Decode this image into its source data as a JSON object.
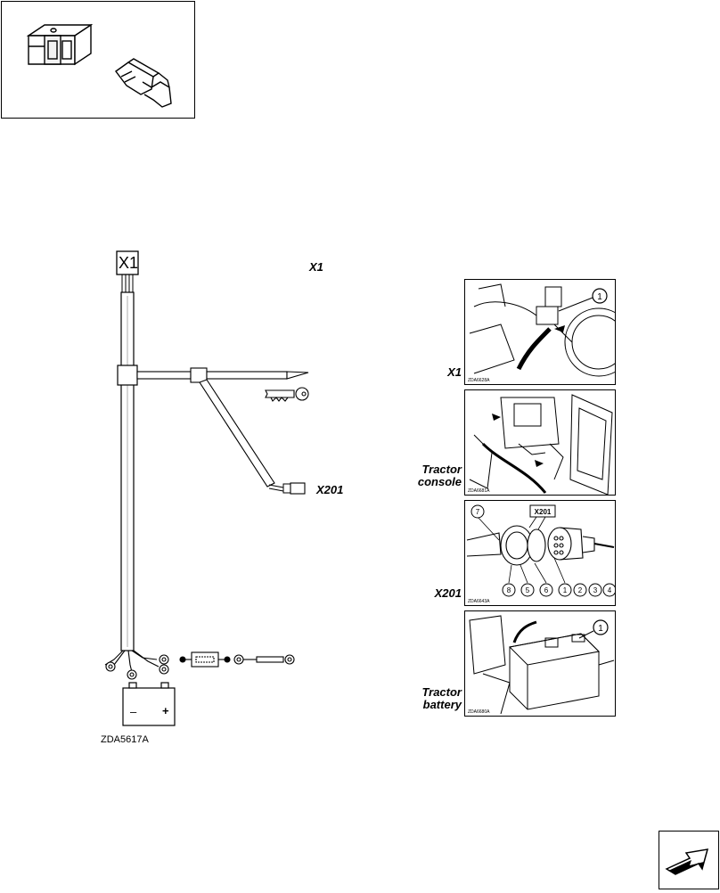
{
  "parts_box": {
    "icons": [
      "connector-housing-icon",
      "terminal-pin-icon"
    ]
  },
  "wiring": {
    "connector_top": "X1",
    "connector_top_header": "X1",
    "connector_x201": "X201",
    "battery_minus": "–",
    "battery_plus": "+",
    "drawing_id": "ZDA5617A",
    "icons": [
      "ignition-key-icon",
      "fuse-holder-icon",
      "ring-terminal-icon",
      "battery-icon"
    ]
  },
  "photos": [
    {
      "caption": "X1",
      "photo_id": "ZDA6628A",
      "callouts": [
        "1"
      ]
    },
    {
      "caption_line1": "Tractor",
      "caption_line2": "console",
      "photo_id": "ZDA6681A"
    },
    {
      "caption": "X201",
      "photo_id": "ZDA6643A",
      "tag": "X201",
      "callouts": [
        "7",
        "8",
        "5",
        "6",
        "1",
        "2",
        "3",
        "4"
      ]
    },
    {
      "caption_line1": "Tractor",
      "caption_line2": "battery",
      "photo_id": "ZDA6680A",
      "callouts": [
        "1"
      ]
    }
  ],
  "nav": {
    "icon": "next-page-arrow-icon"
  }
}
